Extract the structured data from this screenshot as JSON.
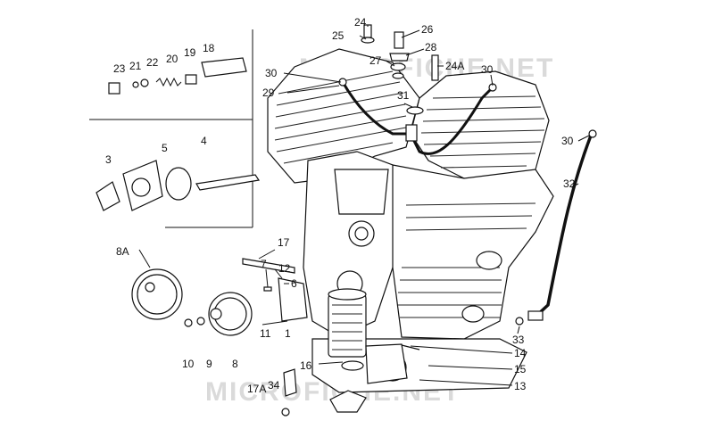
{
  "diagram": {
    "watermark_top": "MICROFICHE.NET",
    "watermark_bottom": "MICROFICHE.NET",
    "labels": {
      "l24": "24",
      "l25": "25",
      "l26": "26",
      "l27": "27",
      "l28": "28",
      "l24A": "24A",
      "l30a": "30",
      "l30b": "30",
      "l30c": "30",
      "l29": "29",
      "l31": "31",
      "l32": "32",
      "l23": "23",
      "l21": "21",
      "l22": "22",
      "l20": "20",
      "l19": "19",
      "l18": "18",
      "l3": "3",
      "l5": "5",
      "l4": "4",
      "l8A": "8A",
      "l17": "17",
      "l7": "7",
      "l12": "12",
      "l6": "6",
      "l11": "11",
      "l1": "1",
      "l10": "10",
      "l9": "9",
      "l8": "8",
      "l33": "33",
      "l14": "14",
      "l16": "16",
      "l15": "15",
      "l17A": "17A",
      "l34": "34",
      "l13": "13"
    }
  }
}
